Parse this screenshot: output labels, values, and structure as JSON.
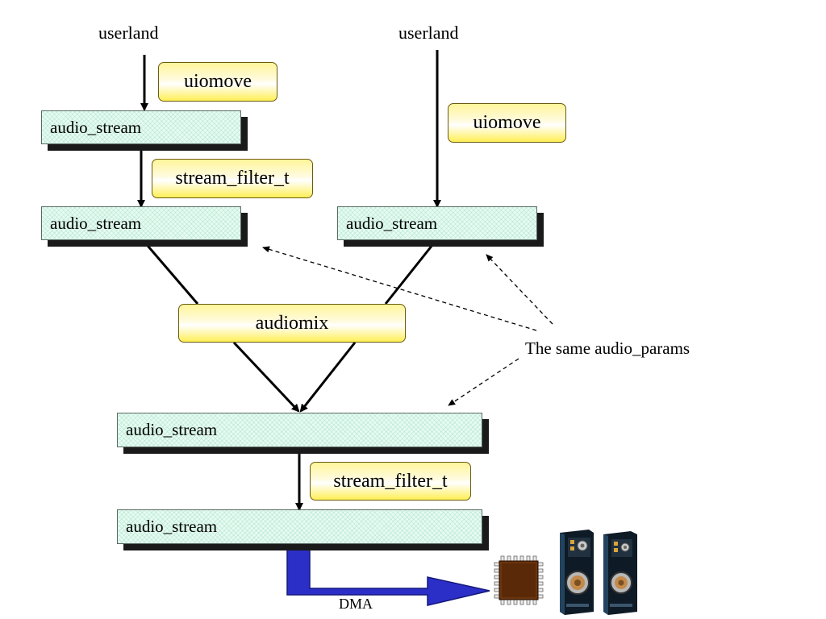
{
  "top": {
    "left_source": "userland",
    "right_source": "userland"
  },
  "pills": {
    "uiomove_left": "uiomove",
    "uiomove_right": "uiomove",
    "filter_top": "stream_filter_t",
    "audiomix": "audiomix",
    "filter_bottom": "stream_filter_t"
  },
  "streams": {
    "left_1": "audio_stream",
    "left_2": "audio_stream",
    "right": "audio_stream",
    "mixed": "audio_stream",
    "output": "audio_stream"
  },
  "annotations": {
    "same_params": "The same audio_params",
    "dma": "DMA"
  },
  "colors": {
    "stream_fill": "#e6fbf1",
    "pill_fill": "#fff59a",
    "dma_arrow": "#2b2fc8"
  },
  "icons": [
    "chip-icon",
    "speaker-icon"
  ]
}
